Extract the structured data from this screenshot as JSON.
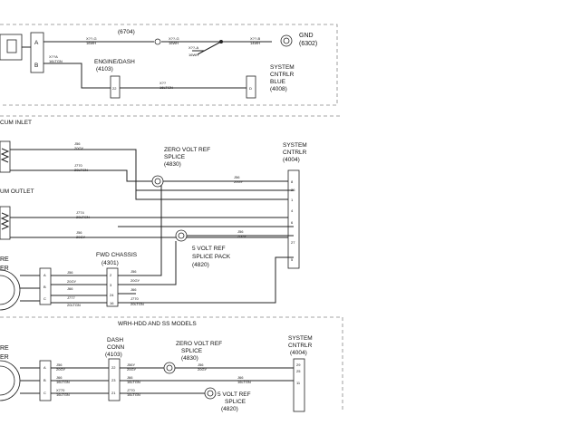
{
  "top_section": {
    "splice_6704": "(6704)",
    "gnd_label": "GND",
    "gnd_id": "(6302)",
    "engine_dash": "ENGINE/DASH",
    "engine_dash_id": "(4103)",
    "sys_cntrlr_blue": [
      "SYSTEM",
      "CNTRLR",
      "BLUE",
      "(4008)"
    ],
    "conn_pins": [
      "A",
      "B"
    ],
    "pin_22": "22",
    "pin_d": "D"
  },
  "middle_section": {
    "vacuum_inlet": "CUM INLET",
    "vacuum_outlet": "UM OUTLET",
    "zero_volt_splice": [
      "ZERO VOLT REF",
      "SPLICE",
      "(4830)"
    ],
    "system_cntrlr": [
      "SYSTEM",
      "CNTRLR",
      "(4004)"
    ],
    "five_volt_splice": [
      "5 VOLT REF",
      "SPLICE PACK",
      "(4820)"
    ],
    "fwd_chassis": [
      "FWD CHASSIS",
      "(4301)"
    ],
    "re_fragment": "RE",
    "er_fragment": "ER",
    "conn_abc": [
      "A",
      "B",
      "C"
    ],
    "fwd_pins": [
      "2",
      "3",
      "24",
      "16"
    ],
    "sys_pins": [
      "8",
      "26",
      "1",
      "4",
      "6",
      "27",
      "5"
    ]
  },
  "bottom_section": {
    "banner": "WRH-HDD AND SS MODELS",
    "dash_conn": [
      "DASH",
      "CONN",
      "(4103)"
    ],
    "zero_volt_splice": [
      "ZERO VOLT REF",
      "SPLICE",
      "(4830)"
    ],
    "five_volt_splice": [
      "5 VOLT REF",
      "SPLICE",
      "(4820)"
    ],
    "system_cntrlr": [
      "SYSTEM",
      "CNTRLR",
      "(4004)"
    ],
    "re_fragment": "RE",
    "er_fragment": "ER",
    "conn_abc": [
      "A",
      "B",
      "C"
    ],
    "dash_pins": [
      "22",
      "23",
      "21"
    ],
    "sys_pins": [
      "29",
      "25",
      "11"
    ]
  }
}
